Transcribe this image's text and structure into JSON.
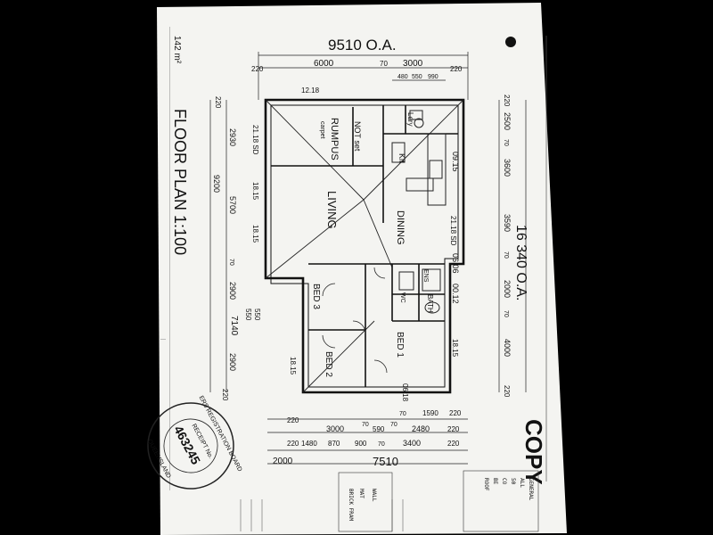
{
  "plan": {
    "title": "FLOOR PLAN 1:100",
    "scribble": "142 m²",
    "copy_stamp": "COPY",
    "total_width": "9510 O.A.",
    "total_depth": "16 340 O.A.",
    "top_dims": [
      "220",
      "6000",
      "70",
      "3000",
      "220"
    ],
    "top_sub_dims": [
      "480",
      "550",
      "990"
    ],
    "right_dims": [
      "220",
      "2500",
      "70",
      "3600",
      "3590",
      "70",
      "2000",
      "70",
      "4000",
      "220"
    ],
    "left_dims": [
      "220",
      "2930",
      "9200",
      "5700",
      "70",
      "2900",
      "7140",
      "2900",
      "550",
      "550",
      "220"
    ],
    "bottom_dims_row1": [
      "220",
      "3000",
      "70",
      "590",
      "70",
      "2480",
      "220"
    ],
    "bottom_dims_row2": [
      "220",
      "1480",
      "870",
      "900",
      "70",
      "3400",
      "220"
    ],
    "bottom_total_left": "2000",
    "bottom_total": "7510",
    "bottom_small": [
      "70",
      "1590",
      "220"
    ],
    "rooms": {
      "rumpus": "RUMPUS",
      "carpet": "carpet",
      "not_set": "NOT set",
      "kitchen": "Kit",
      "laundry": "Ldry",
      "living": "LIVING",
      "dining": "DINING",
      "bed1": "BED 1",
      "bed2": "BED 2",
      "bed3": "BED 3",
      "bath": "BATH",
      "wc": "WC",
      "ens": "ENS"
    },
    "annotations": [
      "21.18 SD",
      "18.15",
      "18.15",
      "21.18 SD",
      "09.15",
      "06.06",
      "00.12",
      "18.15",
      "06.18",
      "18.15",
      "12.18"
    ],
    "notes_left": [
      "WALL",
      "MAT",
      "BRICK FRAM"
    ],
    "notes_right": [
      "GENERAL",
      "ALL",
      "50",
      "CO",
      "BE",
      "ROOF"
    ]
  },
  "stamp": {
    "line1": "ERS REGISTRATION BOARD",
    "line2": "RECEIPT No.",
    "number": "463245",
    "line3": "QUEENSLAND"
  }
}
